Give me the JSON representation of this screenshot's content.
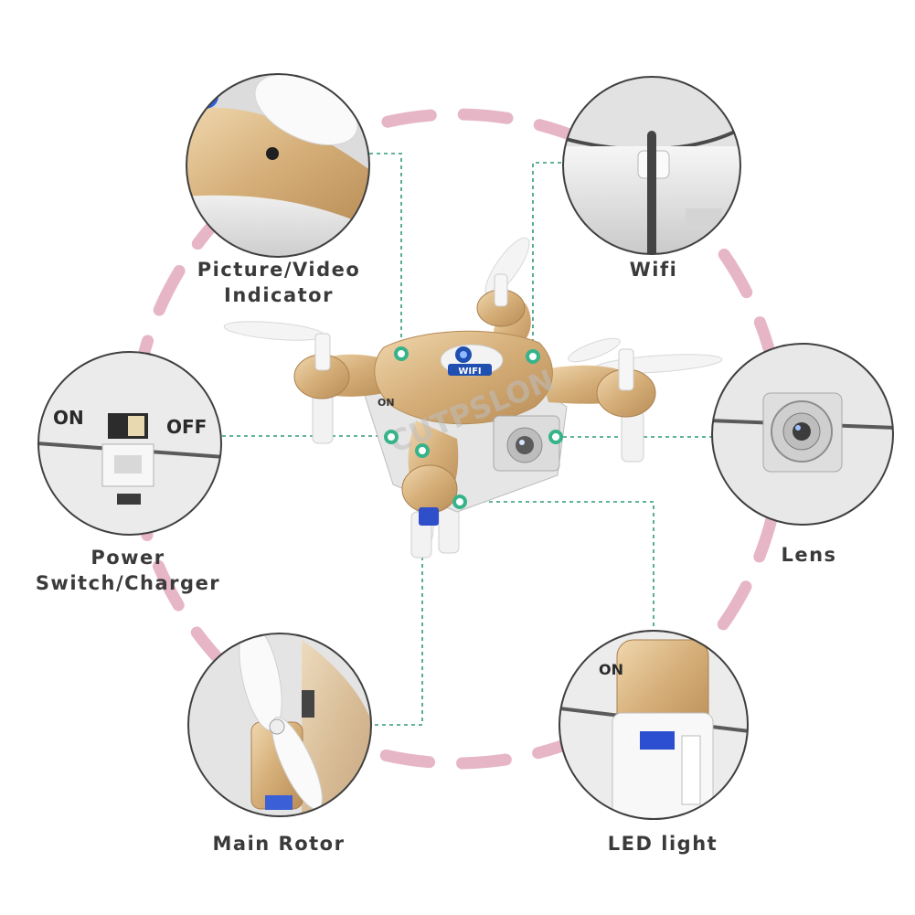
{
  "callouts": [
    {
      "id": "picture",
      "lines": [
        "Picture/Video",
        "Indicator"
      ]
    },
    {
      "id": "wifi",
      "lines": [
        "Wifi"
      ]
    },
    {
      "id": "power",
      "lines": [
        "Power",
        "Switch/Charger"
      ]
    },
    {
      "id": "lens",
      "lines": [
        "Lens"
      ]
    },
    {
      "id": "rotor",
      "lines": [
        "Main Rotor"
      ]
    },
    {
      "id": "led",
      "lines": [
        "LED light"
      ]
    }
  ],
  "drone": {
    "badge": "WIFI",
    "switch_label": "ON"
  },
  "detail_text": {
    "switch_on": "ON",
    "switch_off": "OFF",
    "led_on": "ON"
  },
  "watermark": "CUTPSLON",
  "colors": {
    "ring": "#e6b6c6",
    "leader": "#2e9a7a",
    "dot": "#36b38a",
    "gold": "#d6b07c",
    "shell": "#eeeeee"
  }
}
